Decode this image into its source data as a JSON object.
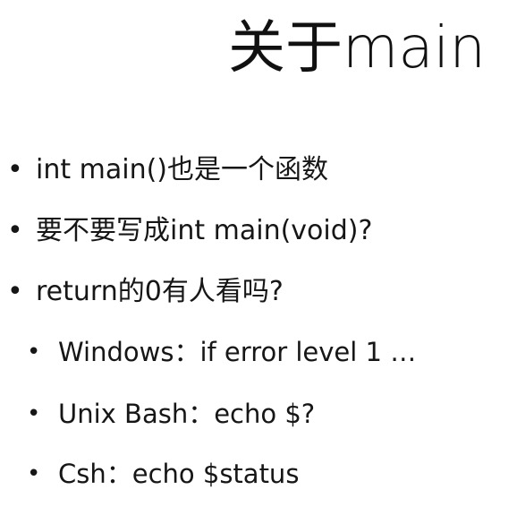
{
  "slide": {
    "title": "关于main",
    "bullets": [
      {
        "text": "int main()也是一个函数"
      },
      {
        "text": "要不要写成int main(void)?"
      },
      {
        "text": "return的0有人看吗?"
      }
    ],
    "sub_bullets": [
      {
        "text": "Windows：if error level 1 …"
      },
      {
        "text": "Unix Bash：echo $?"
      },
      {
        "text": "Csh：echo $status"
      }
    ],
    "bullet_symbol": "•"
  }
}
